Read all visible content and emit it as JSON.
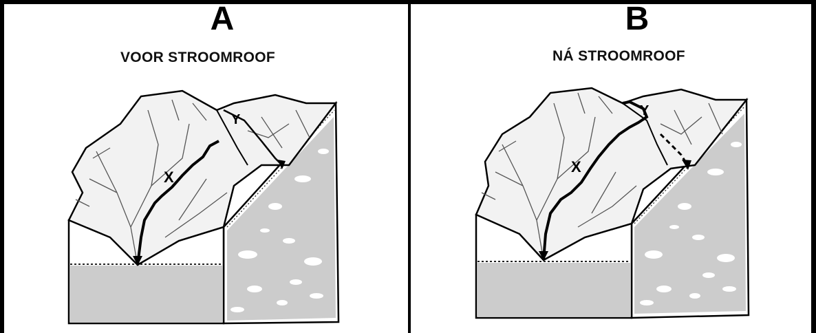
{
  "panels": [
    {
      "letter": "A",
      "caption": "VOOR STROOMROOF",
      "label_x": "X",
      "label_y": "Y"
    },
    {
      "letter": "B",
      "caption": "NÁ STROOMROOF",
      "label_x": "X",
      "label_y": "Y"
    }
  ],
  "colors": {
    "line": "#000000",
    "fill_grey": "#cccccc",
    "background": "#ffffff"
  }
}
